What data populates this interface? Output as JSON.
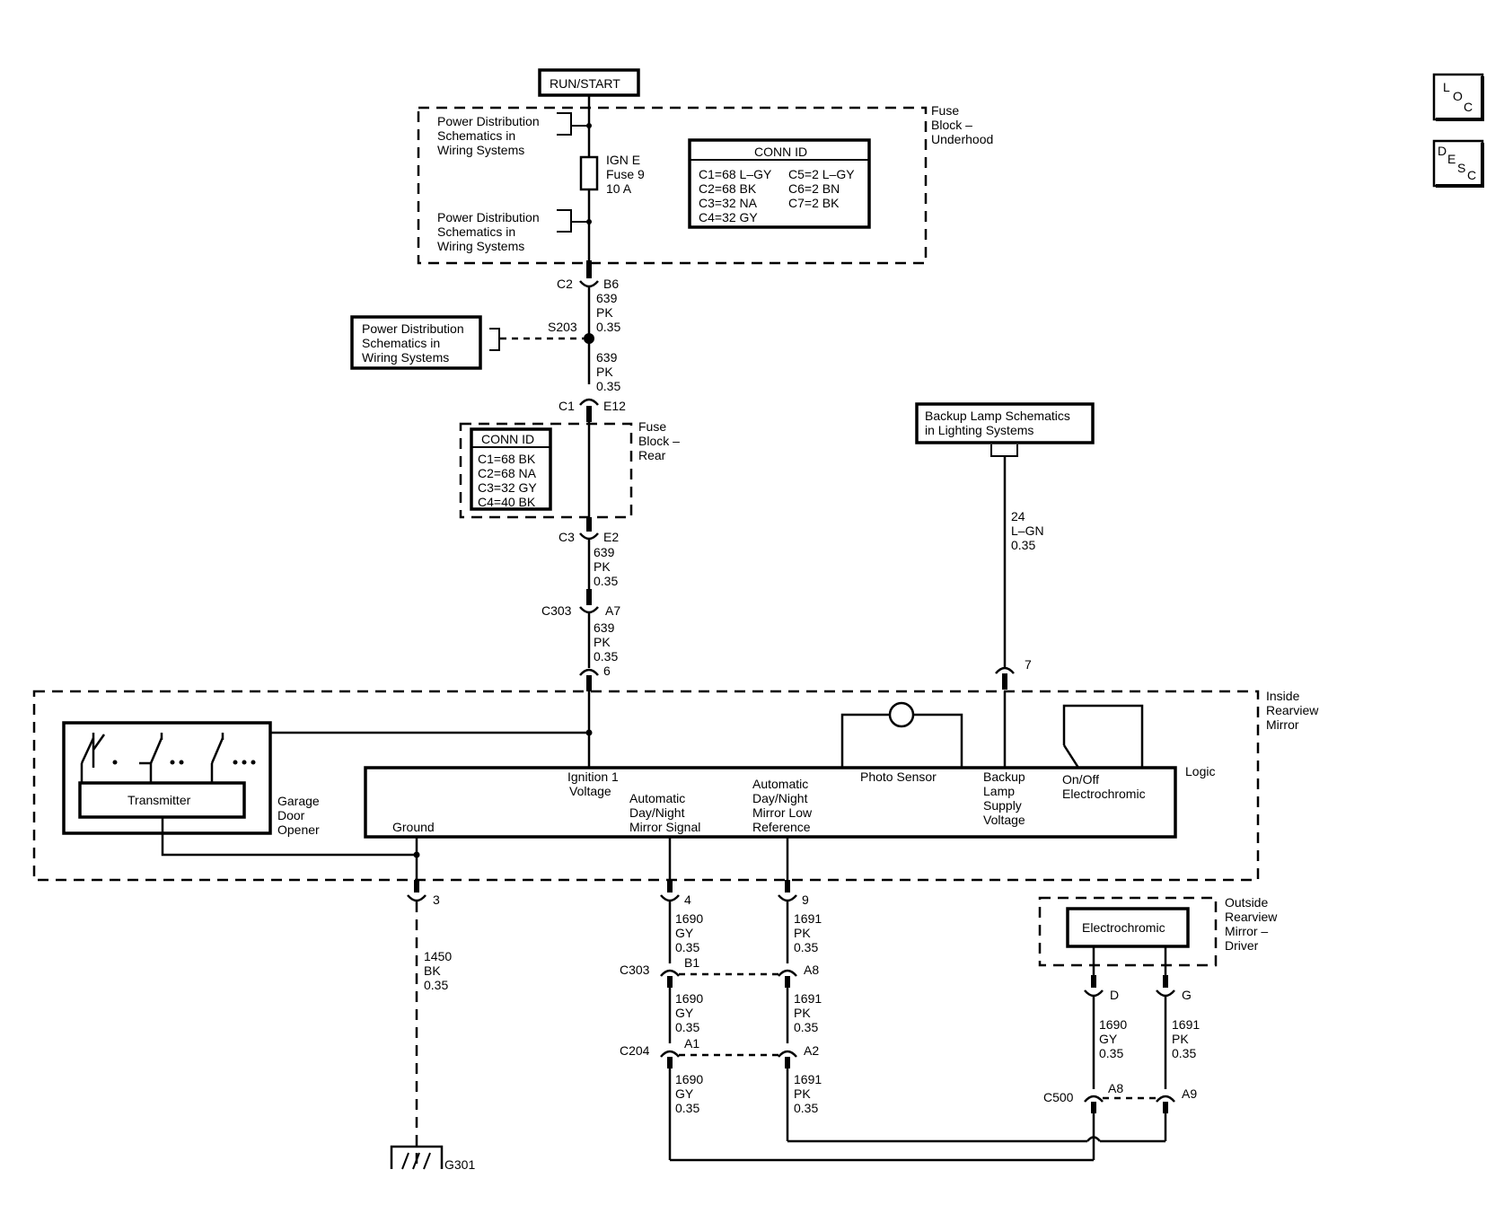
{
  "power": {
    "run_start": "RUN/START"
  },
  "fuse_block_underhood": {
    "label": [
      "Fuse",
      "Block –",
      "Underhood"
    ],
    "power_dist_top": [
      "Power Distribution",
      "Schematics in",
      "Wiring Systems"
    ],
    "power_dist_bottom": [
      "Power Distribution",
      "Schematics in",
      "Wiring Systems"
    ],
    "fuse": [
      "IGN E",
      "Fuse 9",
      "10 A"
    ],
    "conn_id": {
      "title": "CONN ID",
      "rows": [
        [
          "C1=68 L–GY",
          "C5=2 L–GY"
        ],
        [
          "C2=68 BK",
          "C6=2 BN"
        ],
        [
          "C3=32 NA",
          "C7=2 BK"
        ],
        [
          "C4=32 GY",
          ""
        ]
      ]
    }
  },
  "c2": {
    "name": "C2",
    "pin": "B6",
    "wire": [
      "639",
      "PK",
      "0.35"
    ]
  },
  "s203": {
    "name": "S203",
    "power_dist": [
      "Power Distribution",
      "Schematics in",
      "Wiring Systems"
    ],
    "wire": [
      "639",
      "PK",
      "0.35"
    ]
  },
  "c1": {
    "name": "C1",
    "pin": "E12"
  },
  "fuse_block_rear": {
    "label": [
      "Fuse",
      "Block –",
      "Rear"
    ],
    "conn_id": {
      "title": "CONN ID",
      "rows": [
        "C1=68 BK",
        "C2=68 NA",
        "C3=32 GY",
        "C4=40 BK"
      ]
    }
  },
  "c3": {
    "name": "C3",
    "pin": "E2",
    "wire": [
      "639",
      "PK",
      "0.35"
    ]
  },
  "c303_top": {
    "name": "C303",
    "pin": "A7",
    "wire": [
      "639",
      "PK",
      "0.35"
    ]
  },
  "mirror_pin_6": "6",
  "backup_lamp": {
    "label": [
      "Backup Lamp Schematics",
      "in Lighting Systems"
    ],
    "wire": [
      "24",
      "L–GN",
      "0.35"
    ],
    "pin": "7"
  },
  "inside_mirror": {
    "label": [
      "Inside",
      "Rearview",
      "Mirror"
    ],
    "logic": "Logic",
    "ignition": [
      "Ignition 1",
      "Voltage"
    ],
    "ground": "Ground",
    "auto_signal": [
      "Automatic",
      "Day/Night",
      "Mirror Signal"
    ],
    "auto_ref": [
      "Automatic",
      "Day/Night",
      "Mirror Low",
      "Reference"
    ],
    "photo_sensor": "Photo Sensor",
    "backup_supply": [
      "Backup",
      "Lamp",
      "Supply",
      "Voltage"
    ],
    "onoff": [
      "On/Off",
      "Electrochromic"
    ],
    "transmitter": "Transmitter",
    "garage": [
      "Garage",
      "Door",
      "Opener"
    ]
  },
  "ground_circuit": {
    "pin": "3",
    "wire": [
      "1450",
      "BK",
      "0.35"
    ],
    "ground": "G301"
  },
  "signal_circuit": {
    "pin": "4",
    "wire1": [
      "1690",
      "GY",
      "0.35"
    ],
    "c303": "C303",
    "c303_pin": "B1",
    "wire2": [
      "1690",
      "GY",
      "0.35"
    ],
    "c204": "C204",
    "c204_pin": "A1",
    "wire3": [
      "1690",
      "GY",
      "0.35"
    ]
  },
  "ref_circuit": {
    "pin": "9",
    "wire1": [
      "1691",
      "PK",
      "0.35"
    ],
    "c303_pin": "A8",
    "wire2": [
      "1691",
      "PK",
      "0.35"
    ],
    "c204_pin": "A2",
    "wire3": [
      "1691",
      "PK",
      "0.35"
    ]
  },
  "outside_mirror": {
    "label": [
      "Outside",
      "Rearview",
      "Mirror –",
      "Driver"
    ],
    "electrochromic": "Electrochromic",
    "pin_d": "D",
    "pin_g": "G",
    "wire_d": [
      "1690",
      "GY",
      "0.35"
    ],
    "wire_g": [
      "1691",
      "PK",
      "0.35"
    ],
    "c500": "C500",
    "c500_pin_a8": "A8",
    "c500_pin_a9": "A9"
  },
  "icons": {
    "loc": {
      "name": "loc-icon",
      "letters": [
        "L",
        "O",
        "C"
      ]
    },
    "desc": {
      "name": "desc-icon",
      "letters": [
        "D",
        "E",
        "S",
        "C"
      ]
    }
  }
}
